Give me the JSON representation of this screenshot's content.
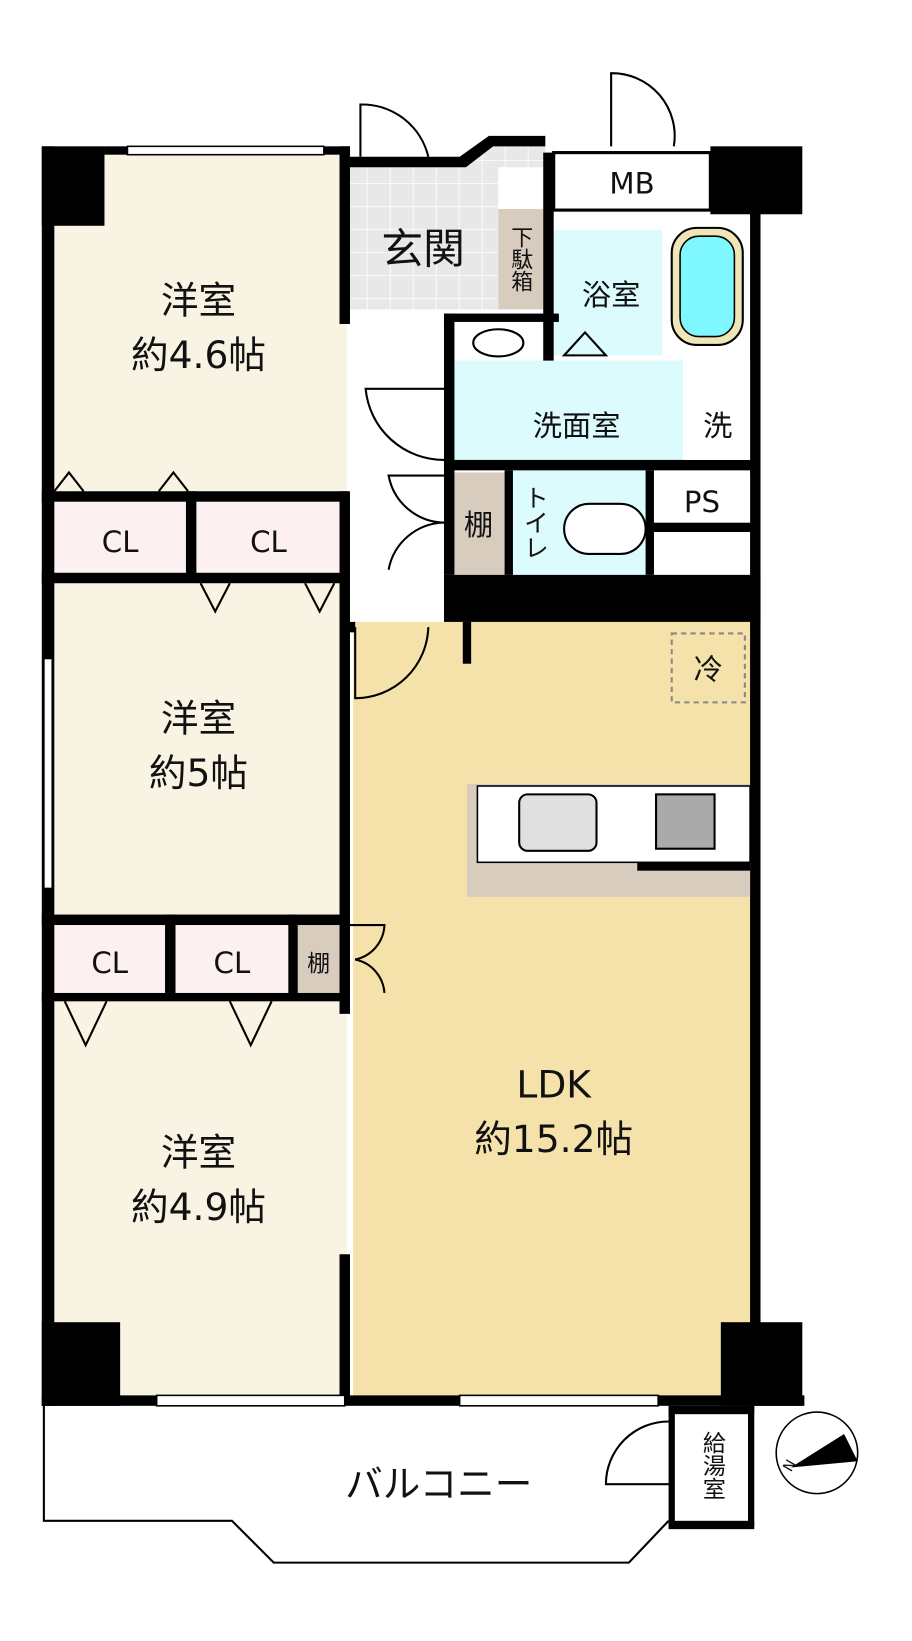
{
  "rooms": {
    "western1": {
      "name": "洋室",
      "size": "約4.6帖"
    },
    "western2": {
      "name": "洋室",
      "size": "約5帖"
    },
    "western3": {
      "name": "洋室",
      "size": "約4.9帖"
    },
    "ldk": {
      "name": "LDK",
      "size": "約15.2帖"
    },
    "entrance": "玄関",
    "shoe_box": "下駄箱",
    "mb": "MB",
    "bathroom": "浴室",
    "washroom": "洗面室",
    "washer": "洗",
    "shelf1": "棚",
    "shelf2": "棚",
    "toilet": "トイレ",
    "ps": "PS",
    "fridge": "冷",
    "closets": [
      "CL",
      "CL",
      "CL",
      "CL"
    ],
    "balcony": "バルコニー",
    "water_heater": "給湯室"
  },
  "compass": {
    "north_label": "N"
  },
  "colors": {
    "western": "#f9f3e3",
    "ldk": "#f5e2ab",
    "wet": "#dcfbfd",
    "storage": "#d8ccbf",
    "closet": "#fcf0f0",
    "entrance": "#e8e8e8",
    "wall": "#000000"
  }
}
